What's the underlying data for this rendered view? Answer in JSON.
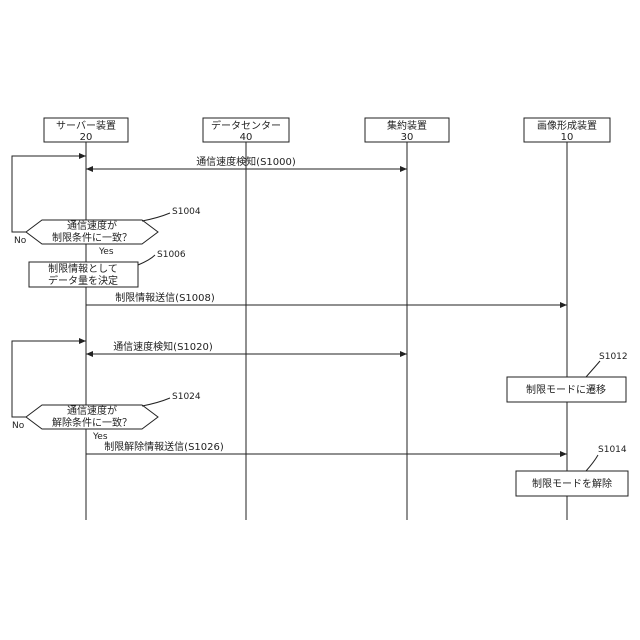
{
  "participants": [
    {
      "name": "サーバー装置",
      "num": "20"
    },
    {
      "name": "データセンター",
      "num": "40"
    },
    {
      "name": "集約装置",
      "num": "30"
    },
    {
      "name": "画像形成装置",
      "num": "10"
    }
  ],
  "messages": {
    "m1": "通信速度検知(S1000)",
    "m2": "制限情報送信(S1008)",
    "m3": "通信速度検知(S1020)",
    "m4": "制限解除情報送信(S1026)"
  },
  "decisions": {
    "d1": {
      "line1": "通信速度が",
      "line2": "制限条件に一致？",
      "step": "S1004",
      "no": "No",
      "yes": "Yes"
    },
    "d2": {
      "line1": "通信速度が",
      "line2": "解除条件に一致？",
      "step": "S1024",
      "no": "No",
      "yes": "Yes"
    }
  },
  "processes": {
    "p1": {
      "line1": "制限情報として",
      "line2": "データ量を決定",
      "step": "S1006"
    },
    "p2": {
      "text": "制限モードに遷移",
      "step": "S1012"
    },
    "p3": {
      "text": "制限モードを解除",
      "step": "S1014"
    }
  }
}
